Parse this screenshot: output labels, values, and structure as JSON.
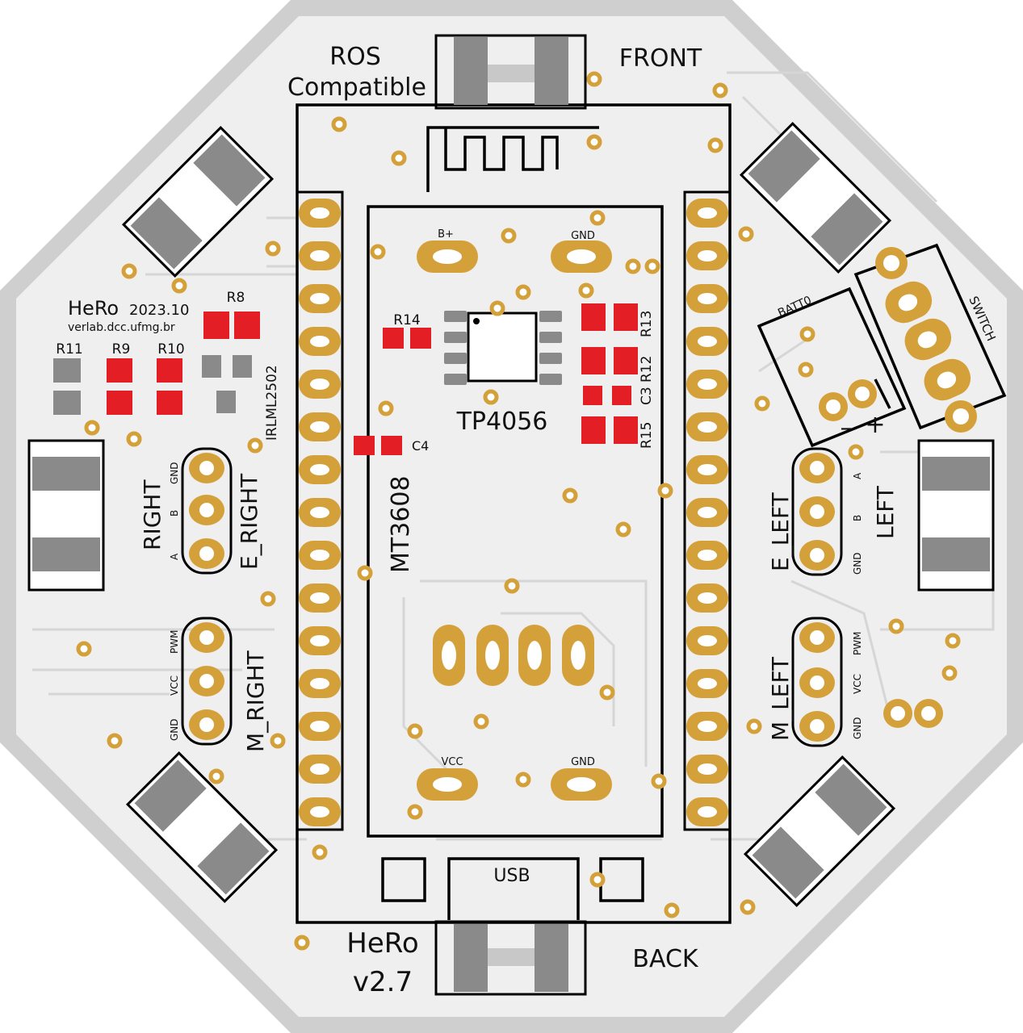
{
  "board": {
    "title_top": "ROS",
    "title_top2": "Compatible",
    "front": "FRONT",
    "back": "BACK",
    "name": "HeRo",
    "version": "v2.7",
    "brand": "HeRo",
    "year": "2023.10",
    "site": "verlab.dcc.ufmg.br"
  },
  "components": {
    "r8": "R8",
    "r9": "R9",
    "r10": "R10",
    "r11": "R11",
    "r12": "R12",
    "r13": "R13",
    "r14": "R14",
    "r15": "R15",
    "c3": "C3",
    "c4": "C4",
    "mosfet": "IRLML2502",
    "charger": "TP4056",
    "boost": "MT3608",
    "usb": "USB",
    "batt": "BATT0",
    "switch": "SWITCH",
    "minus": "–",
    "plus": "+"
  },
  "pins": {
    "bplus": "B+",
    "gnd": "GND",
    "vcc": "VCC",
    "pwm": "PWM",
    "a": "A",
    "b": "B"
  },
  "connectors": {
    "right": "RIGHT",
    "e_right": "E_RIGHT",
    "m_right": "M_RIGHT",
    "left": "LEFT",
    "e_left": "E_LEFT",
    "m_left": "M_LEFT"
  },
  "colors": {
    "pad": "#d4a03a",
    "smd": "#e31e24",
    "board": "#efefef",
    "outline": "#cfcfcf"
  }
}
